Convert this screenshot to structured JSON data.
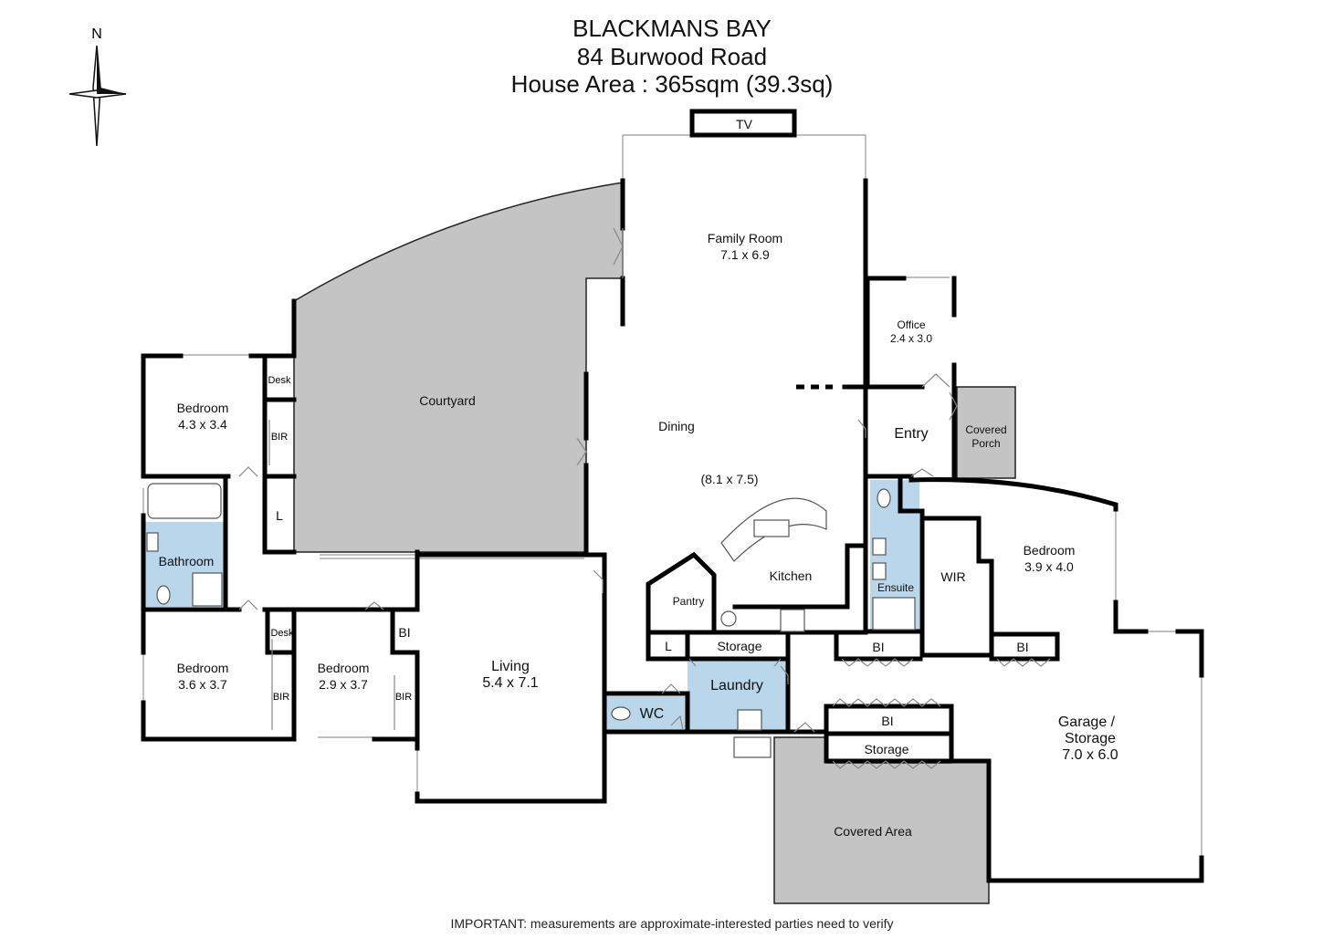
{
  "header": {
    "suburb": "BLACKMANS BAY",
    "address": "84 Burwood Road",
    "area": "House Area : 365sqm (39.3sq)"
  },
  "compass": {
    "label": "N",
    "icon": "north-arrow-icon"
  },
  "note": {
    "bold": "IMPORTANT:",
    "text": " measurements are approximate-interested parties need to verify"
  },
  "rooms": {
    "tv": "TV",
    "family_room": {
      "name": "Family Room",
      "size": "7.1 x 6.9"
    },
    "office": {
      "name": "Office",
      "size": "2.4 x 3.0"
    },
    "courtyard": "Courtyard",
    "dining": "Dining",
    "dining_size": "(8.1 x 7.5)",
    "entry": "Entry",
    "covered_porch": {
      "line1": "Covered",
      "line2": "Porch"
    },
    "bedroom1": {
      "name": "Bedroom",
      "size": "4.3 x 3.4"
    },
    "desk1": "Desk",
    "bir1": "BIR",
    "linen1": "L",
    "bathroom": "Bathroom",
    "kitchen": "Kitchen",
    "pantry": "Pantry",
    "ensuite": "Ensuite",
    "wir": "WIR",
    "bedroom_main": {
      "name": "Bedroom",
      "size": "3.9 x 4.0"
    },
    "bedroom2": {
      "name": "Bedroom",
      "size": "3.6 x 3.7"
    },
    "desk2": "Desk",
    "bir2": "BIR",
    "bedroom3": {
      "name": "Bedroom",
      "size": "2.9 x 3.7"
    },
    "bir3": "BIR",
    "bi_hall": "BI",
    "living": {
      "name": "Living",
      "size": "5.4 x 7.1"
    },
    "linen2": "L",
    "storage1": "Storage",
    "laundry": "Laundry",
    "wc": "WC",
    "bi1": "BI",
    "bi2": "BI",
    "bi3": "BI",
    "storage2": "Storage",
    "garage": {
      "line1": "Garage /",
      "line2": "Storage",
      "size": "7.0 x 6.0"
    },
    "covered_area": "Covered Area"
  },
  "colors": {
    "wall": "#000000",
    "outdoor_grey": "#c4c4c4",
    "wet_area_blue": "#b9d6ea"
  }
}
